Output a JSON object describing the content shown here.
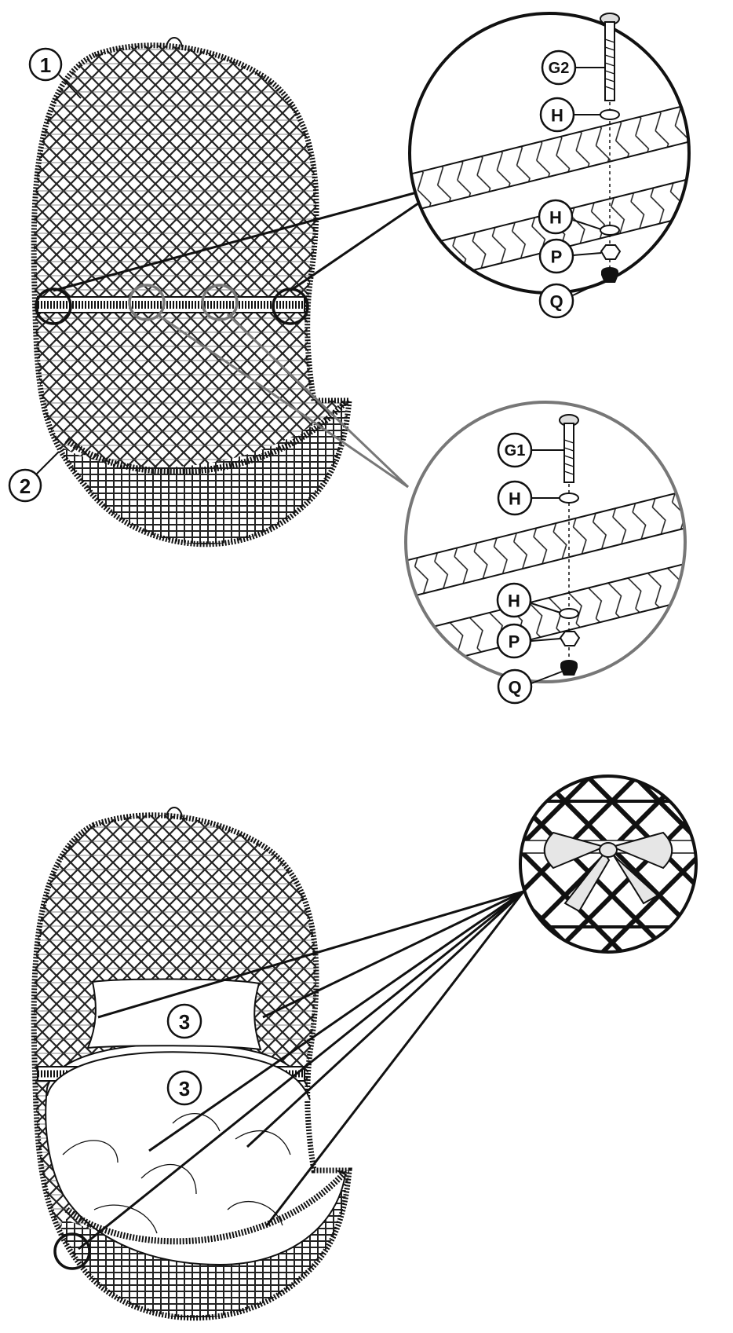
{
  "step1": {
    "parts": {
      "chair_top": "1",
      "chair_bottom": "2"
    },
    "detail_outer": {
      "bolt": "G2",
      "washer_top": "H",
      "washer_bottom": "H",
      "nut": "P",
      "cap_nut": "Q"
    },
    "detail_inner": {
      "bolt": "G1",
      "washer_top": "H",
      "washer_bottom": "H",
      "nut": "P",
      "cap_nut": "Q"
    }
  },
  "step2": {
    "parts": {
      "headrest_cushion": "3",
      "seat_cushion": "3"
    }
  },
  "colors": {
    "line": "#111111",
    "detail_gray": "#777777",
    "cushion": "#ffffff",
    "tie": "#e6e6e6"
  },
  "icons": [
    "hanging-egg-chair",
    "bolt-icon",
    "washer-icon",
    "hex-nut-icon",
    "cap-nut-icon",
    "bow-tie-icon"
  ]
}
